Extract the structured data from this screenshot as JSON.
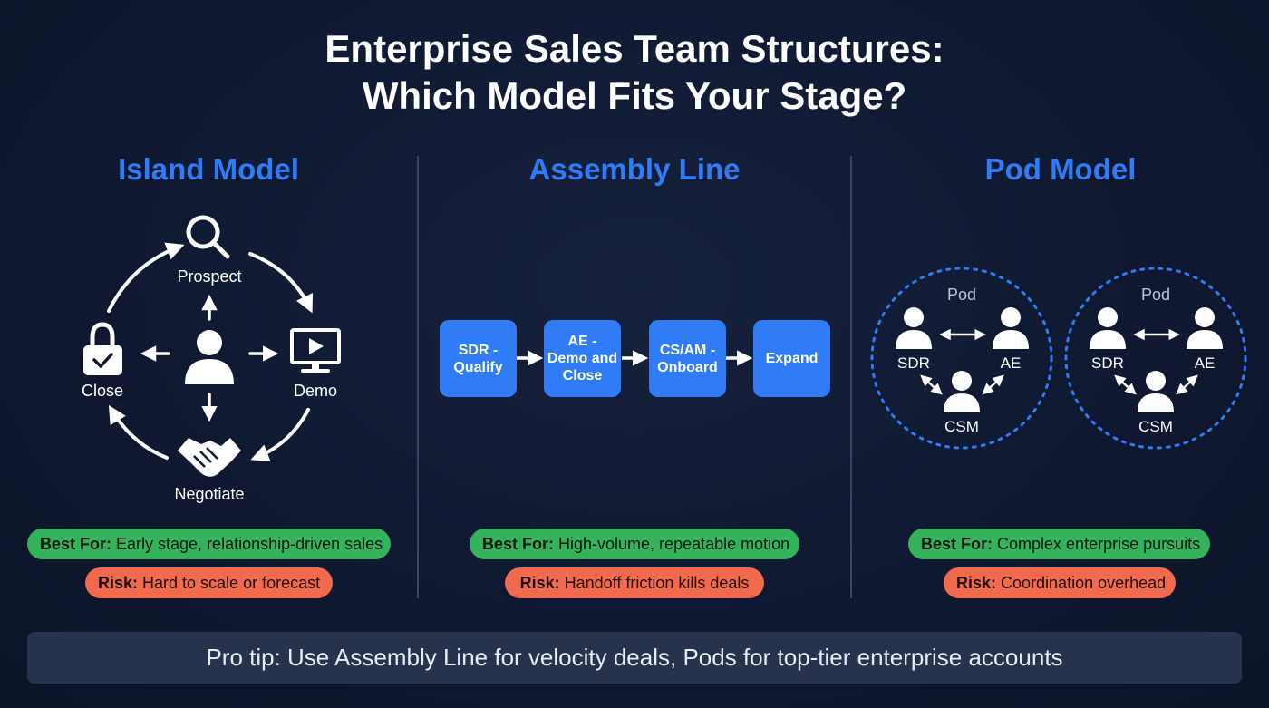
{
  "title": {
    "line1": "Enterprise Sales Team Structures:",
    "line2": "Which Model Fits Your Stage?"
  },
  "columns": [
    {
      "title": "Island Model",
      "nodes": [
        "Prospect",
        "Demo",
        "Negotiate",
        "Close"
      ],
      "best_label": "Best For:",
      "best_text": " Early stage, relationship-driven sales",
      "risk_label": "Risk:",
      "risk_text": " Hard to scale or forecast"
    },
    {
      "title": "Assembly Line",
      "steps": [
        "SDR - Qualify",
        "AE - Demo and Close",
        "CS/AM - Onboard",
        "Expand"
      ],
      "best_label": "Best For:",
      "best_text": " High-volume, repeatable motion",
      "risk_label": "Risk:",
      "risk_text": " Handoff friction kills deals"
    },
    {
      "title": "Pod Model",
      "pods": [
        {
          "label": "Pod",
          "roles": [
            "SDR",
            "AE",
            "CSM"
          ]
        },
        {
          "label": "Pod",
          "roles": [
            "SDR",
            "AE",
            "CSM"
          ]
        }
      ],
      "best_label": "Best For:",
      "best_text": " Complex enterprise pursuits",
      "risk_label": "Risk:",
      "risk_text": " Coordination overhead"
    }
  ],
  "tip": "Pro tip: Use Assembly Line for velocity deals, Pods for top-tier enterprise accounts",
  "colors": {
    "background": "#0f1830",
    "accent_blue": "#2f7cf6",
    "best_green": "#35b35c",
    "risk_red": "#f26a4e",
    "tip_bg": "#27334d"
  },
  "icons": [
    "search-icon",
    "lock-check-icon",
    "person-icon",
    "monitor-play-icon",
    "handshake-icon",
    "arrow-icon"
  ]
}
